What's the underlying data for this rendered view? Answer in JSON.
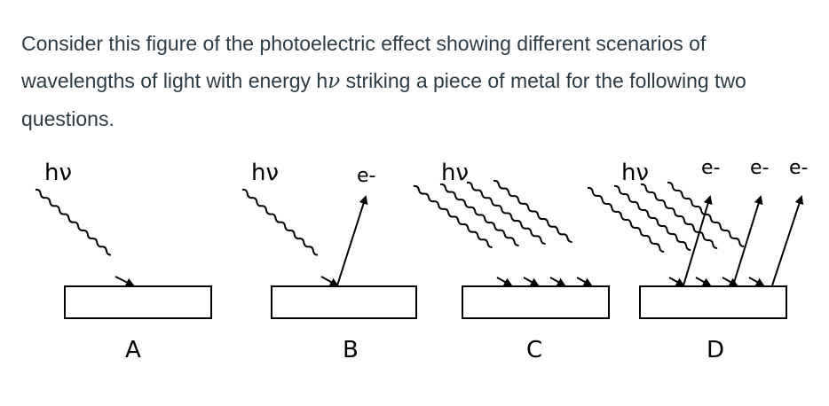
{
  "question": {
    "part1": "Consider this figure of the photoelectric effect showing different scenarios of wavelengths of light with energy h",
    "nu": "ν",
    "part2": " striking a piece of metal for the following two questions."
  },
  "figure": {
    "photon_label": "hν",
    "electron_label": "e-",
    "panels": [
      {
        "label": "A"
      },
      {
        "label": "B"
      },
      {
        "label": "C"
      },
      {
        "label": "D"
      }
    ]
  }
}
